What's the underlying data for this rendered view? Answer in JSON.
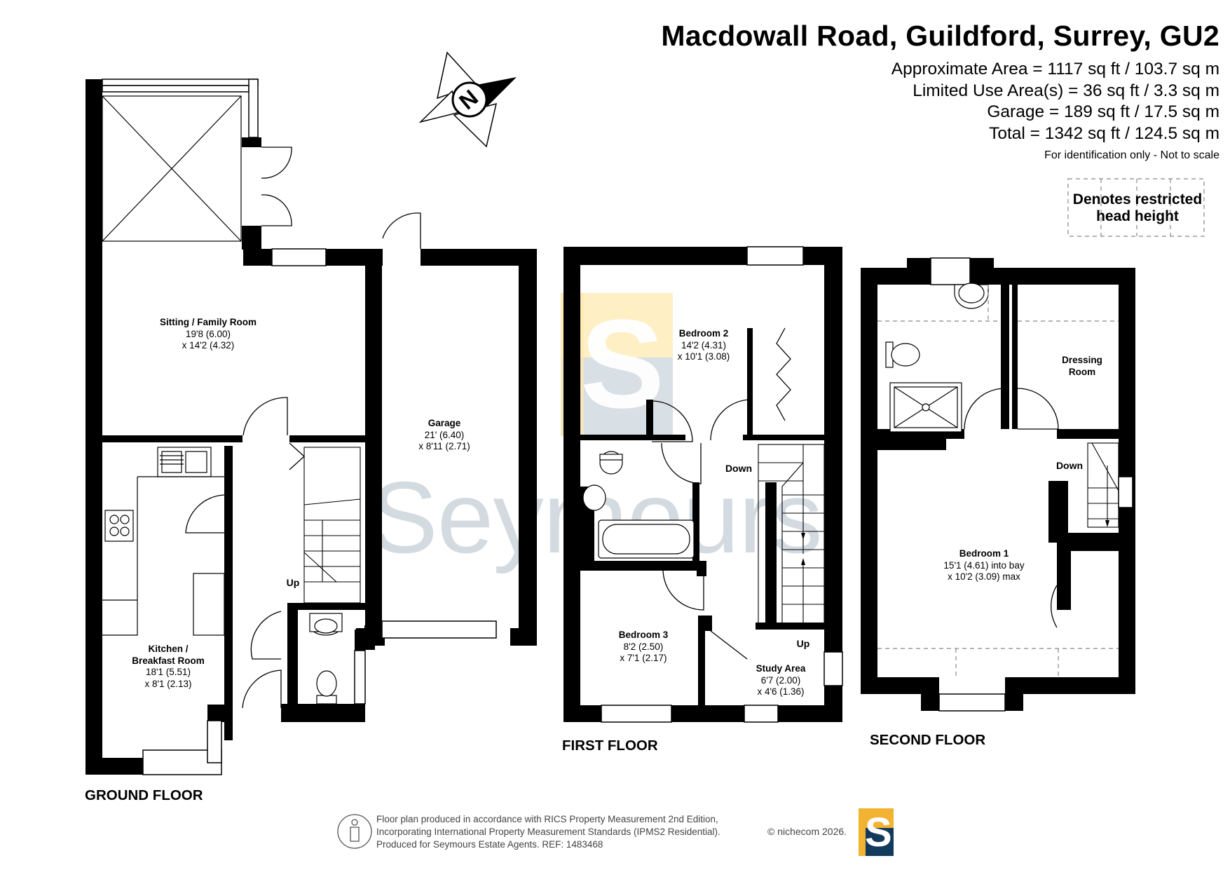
{
  "header": {
    "address": "Macdowall Road, Guildford, Surrey, GU2",
    "areas": [
      "Approximate Area = 1117 sq ft / 103.7 sq m",
      "Limited Use Area(s) = 36 sq ft / 3.3 sq m",
      "Garage = 189 sq ft / 17.5 sq m",
      "Total = 1342 sq ft / 124.5 sq m"
    ],
    "note": "For identification only - Not to scale"
  },
  "legend": {
    "line1": "Denotes restricted",
    "line2": "head height"
  },
  "compass": {
    "letter": "N"
  },
  "watermark": {
    "text": "Seymours",
    "logo_letter": "S"
  },
  "floors": {
    "ground": "GROUND FLOOR",
    "first": "FIRST FLOOR",
    "second": "SECOND FLOOR"
  },
  "rooms": {
    "sitting": {
      "name": "Sitting / Family Room",
      "dim1": "19'8 (6.00)",
      "dim2": "x 14'2 (4.32)"
    },
    "garage": {
      "name": "Garage",
      "dim1": "21' (6.40)",
      "dim2": "x 8'11 (2.71)"
    },
    "kitchen": {
      "name1": "Kitchen /",
      "name2": "Breakfast Room",
      "dim1": "18'1 (5.51)",
      "dim2": "x 8'1 (2.13)"
    },
    "bedroom2": {
      "name": "Bedroom 2",
      "dim1": "14'2 (4.31)",
      "dim2": "x 10'1 (3.08)"
    },
    "bedroom3": {
      "name": "Bedroom 3",
      "dim1": "8'2 (2.50)",
      "dim2": "x 7'1 (2.17)"
    },
    "study": {
      "name": "Study Area",
      "dim1": "6'7 (2.00)",
      "dim2": "x 4'6 (1.36)"
    },
    "dressing": {
      "name1": "Dressing",
      "name2": "Room"
    },
    "bedroom1": {
      "name": "Bedroom 1",
      "dim1": "15'1 (4.61) into bay",
      "dim2": "x 10'2 (3.09) max"
    }
  },
  "stair_labels": {
    "ground_up": "Up",
    "first_down": "Down",
    "first_up": "Up",
    "second_down": "Down"
  },
  "footer": {
    "line1": "Floor plan produced in accordance with RICS Property Measurement 2nd Edition,",
    "line2": "Incorporating International Property Measurement Standards (IPMS2 Residential).",
    "line3": "Produced for Seymours Estate Agents.   REF: 1483468",
    "copyright": "© nichecom 2026.",
    "logo_letter": "S"
  },
  "colors": {
    "wall": "#000000",
    "logo_navy": "#123a5c",
    "logo_gold": "#f2b332",
    "watermark_blue": "#b9c6d0",
    "watermark_yellow": "#fde9b0"
  }
}
